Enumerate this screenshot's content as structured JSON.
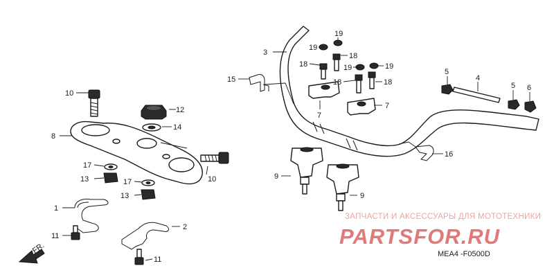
{
  "diagram": {
    "callouts": [
      "1",
      "2",
      "3",
      "4",
      "5",
      "6",
      "8",
      "9",
      "10",
      "11",
      "12",
      "13",
      "14",
      "15",
      "16",
      "17",
      "18",
      "19",
      "7"
    ],
    "labels": {
      "p1": "1",
      "p2": "2",
      "p3": "3",
      "p4": "4",
      "p5a": "5",
      "p5b": "5",
      "p6": "6",
      "p7a": "7",
      "p7b": "7",
      "p8": "8",
      "p9a": "9",
      "p9b": "9",
      "p10a": "10",
      "p10b": "10",
      "p11a": "11",
      "p11b": "11",
      "p12": "12",
      "p13a": "13",
      "p13b": "13",
      "p14": "14",
      "p15": "15",
      "p16": "16",
      "p17a": "17",
      "p17b": "17",
      "p18a": "18",
      "p18b": "18",
      "p18c": "18",
      "p18d": "18",
      "p19a": "19",
      "p19b": "19",
      "p19c": "19",
      "p19d": "19"
    },
    "front_marker": "FR.",
    "diagram_code": "MEA4 -F0500D"
  },
  "watermark": {
    "tagline": "ЗАПЧАСТИ И АКСЕССУАРЫ ДЛЯ МОТОТЕХНИКИ",
    "brand": "PARTSFOR.RU",
    "color": "#e07a7a"
  }
}
